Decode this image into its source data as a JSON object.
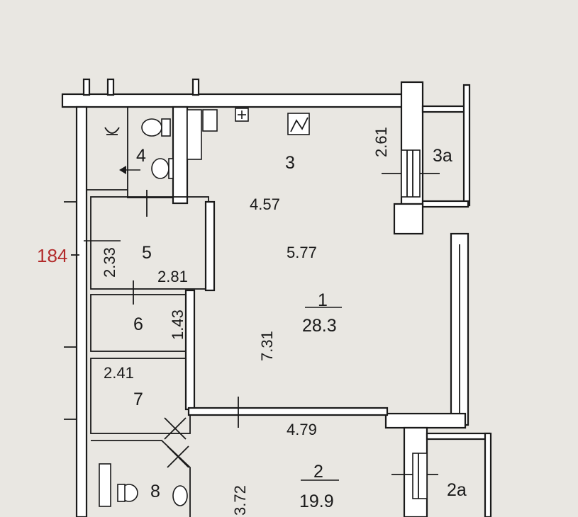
{
  "apartment_number": "184",
  "rooms": [
    {
      "id": "1",
      "area": "28.3"
    },
    {
      "id": "2",
      "area": "19.9"
    },
    {
      "id": "3"
    },
    {
      "id": "3a"
    },
    {
      "id": "2a"
    },
    {
      "id": "4"
    },
    {
      "id": "5"
    },
    {
      "id": "6"
    },
    {
      "id": "7"
    },
    {
      "id": "8"
    }
  ],
  "dimensions": {
    "room3_width": "4.57",
    "room1_width": "5.77",
    "room1_length": "7.31",
    "room3a_depth": "2.61",
    "room5_height": "2.33",
    "room5_width": "2.81",
    "room6_height": "1.43",
    "room7_width": "2.41",
    "room2_width": "4.79",
    "room2_length": "3.72"
  }
}
